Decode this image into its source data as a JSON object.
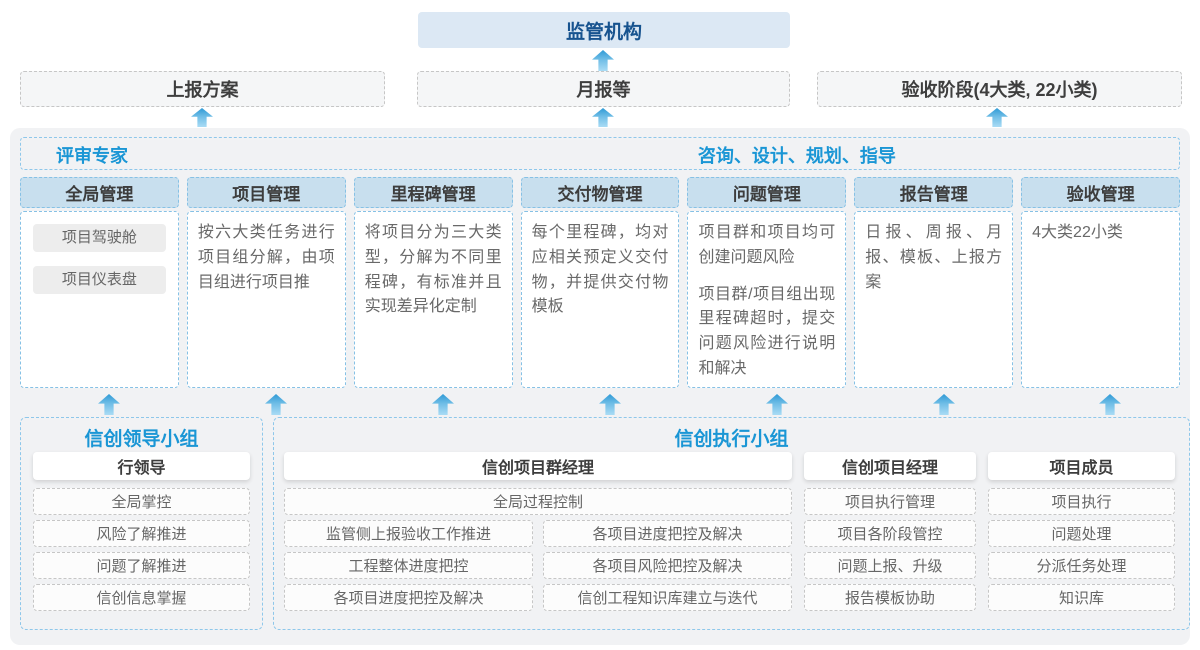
{
  "top": {
    "regulator": "监管机构"
  },
  "reports": {
    "plan": "上报方案",
    "monthly": "月报等",
    "acceptance": "验收阶段(4大类, 22小类)"
  },
  "panel": {
    "left_label": "评审专家",
    "right_label": "咨询、设计、规划、指导",
    "columns": [
      {
        "title": "全局管理",
        "pills": [
          "项目驾驶舱",
          "项目仪表盘"
        ]
      },
      {
        "title": "项目管理",
        "text": "按六大类任务进行项目组分解，由项目组进行项目推"
      },
      {
        "title": "里程碑管理",
        "text": "将项目分为三大类型，分解为不同里程碑，有标准并且实现差异化定制"
      },
      {
        "title": "交付物管理",
        "text": "每个里程碑，均对应相关预定义交付物，并提供交付物模板"
      },
      {
        "title": "问题管理",
        "paragraphs": [
          "项目群和项目均可创建问题风险",
          "项目群/项目组出现里程碑超时，提交问题风险进行说明和解决"
        ]
      },
      {
        "title": "报告管理",
        "text": "日报、周报、月报、模板、上报方案"
      },
      {
        "title": "验收管理",
        "text": "4大类22小类"
      }
    ]
  },
  "groups": {
    "leader": {
      "title": "信创领导小组",
      "role": "行领导",
      "items": [
        "全局掌控",
        "风险了解推进",
        "问题了解推进",
        "信创信息掌握"
      ]
    },
    "executor": {
      "title": "信创执行小组",
      "program_manager": {
        "role": "信创项目群经理",
        "full_item": "全局过程控制",
        "left_items": [
          "监管侧上报验收工作推进",
          "工程整体进度把控",
          "各项目进度把控及解决"
        ],
        "right_items": [
          "各项目进度把控及解决",
          "各项目风险把控及解决",
          "信创工程知识库建立与迭代"
        ]
      },
      "project_manager": {
        "role": "信创项目经理",
        "items": [
          "项目执行管理",
          "项目各阶段管控",
          "问题上报、升级",
          "报告模板协助"
        ]
      },
      "member": {
        "role": "项目成员",
        "items": [
          "项目执行",
          "问题处理",
          "分派任务处理",
          "知识库"
        ]
      }
    }
  },
  "colors": {
    "accent_blue": "#1a96d5",
    "dark_blue": "#17538f",
    "regulator_bg": "#dce8f4",
    "column_header_bg": "#c8dfee",
    "panel_bg": "#f1f2f4",
    "dashed_blue_border": "#8ec7ea",
    "arrow_blue": "#2e9ad6"
  }
}
